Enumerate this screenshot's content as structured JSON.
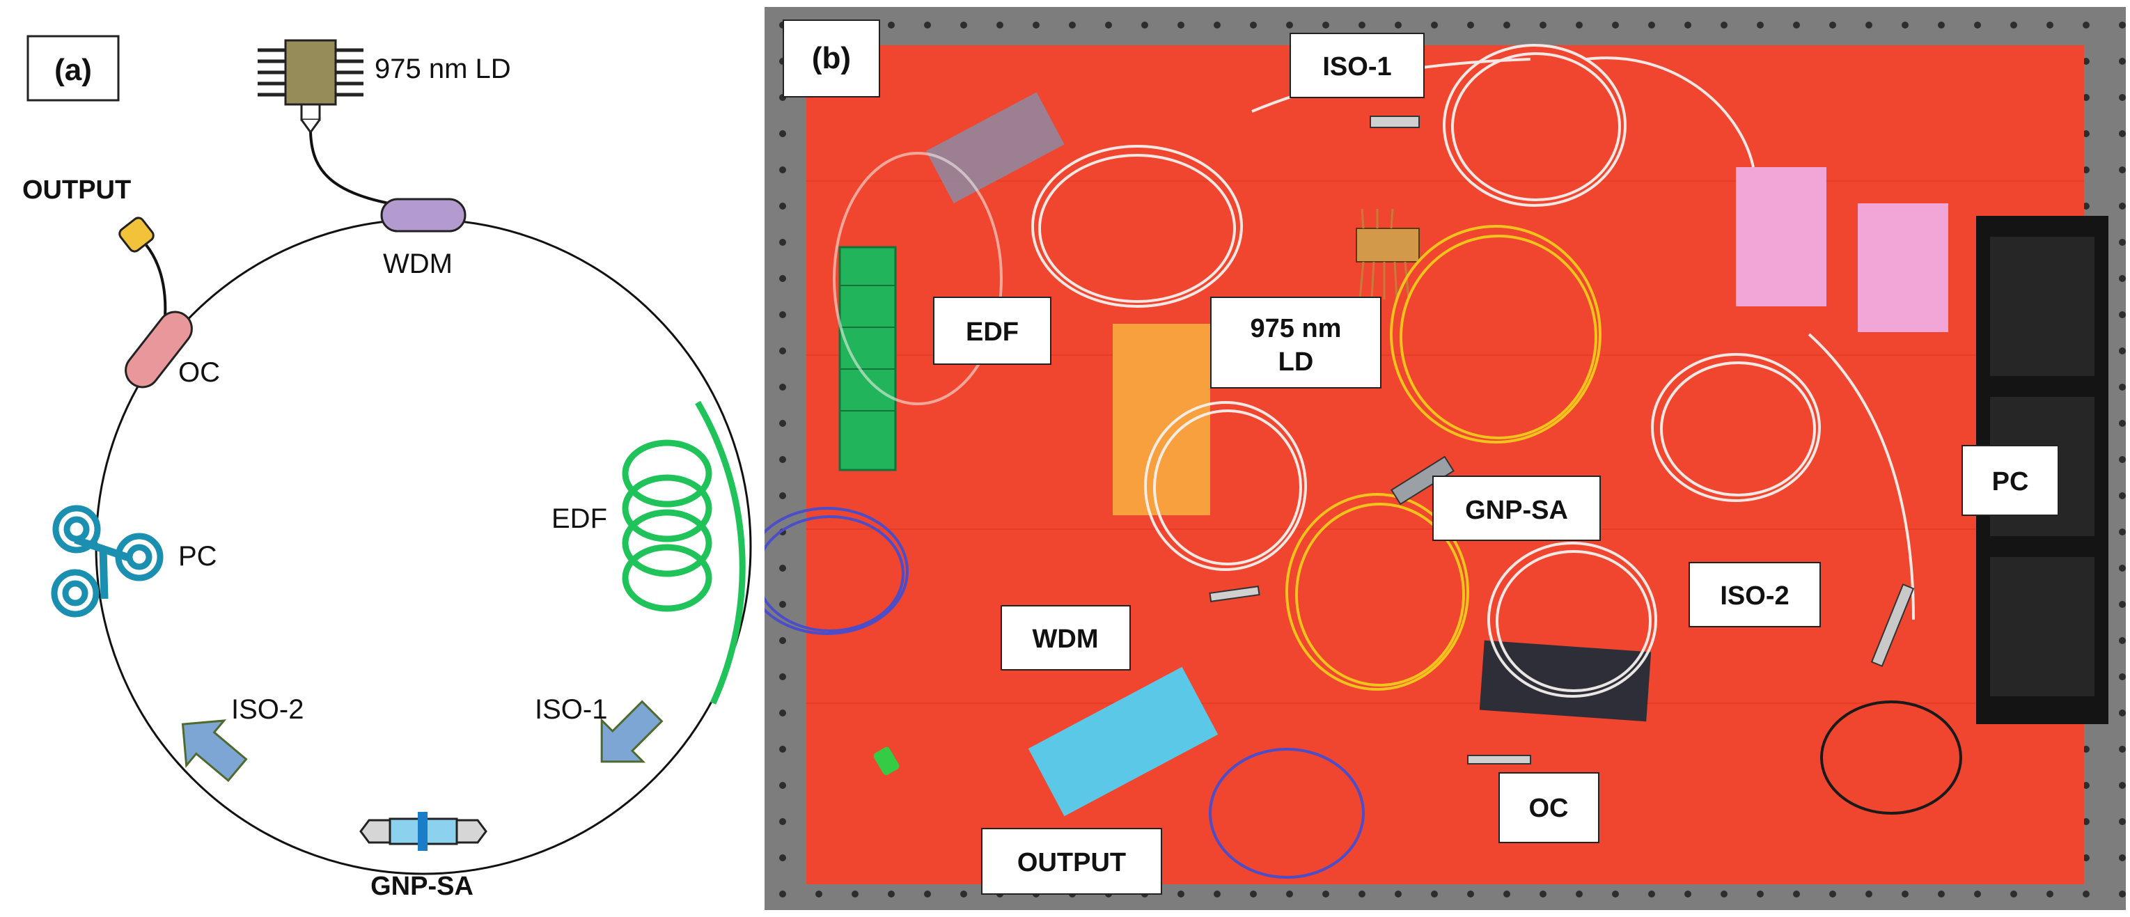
{
  "panel_a": {
    "tag": "(a)",
    "labels": {
      "ld": "975 nm LD",
      "wdm": "WDM",
      "output": "OUTPUT",
      "oc": "OC",
      "edf": "EDF",
      "pc": "PC",
      "iso1": "ISO-1",
      "iso2": "ISO-2",
      "gnp": "GNP-SA"
    }
  },
  "panel_b": {
    "tag": "(b)",
    "labels": {
      "iso1": "ISO-1",
      "edf": "EDF",
      "ld": [
        "975 nm",
        "LD"
      ],
      "gnp": "GNP-SA",
      "pc": "PC",
      "iso2": "ISO-2",
      "wdm": "WDM",
      "oc": "OC",
      "output": "OUTPUT"
    }
  },
  "colors": {
    "ld_body": "#958c5a",
    "wdm": "#b39bcf",
    "oc": "#e8979a",
    "output_tip": "#f2c23a",
    "edf_green": "#20c35a",
    "pc_teal": "#1b8fb0",
    "iso_arrow": "#7ea6d4",
    "gnp_center": "#8cd2ee",
    "gnp_band": "#1a7dc8",
    "table_red": "#f0452e",
    "optical_table": "#7d7d7d"
  }
}
